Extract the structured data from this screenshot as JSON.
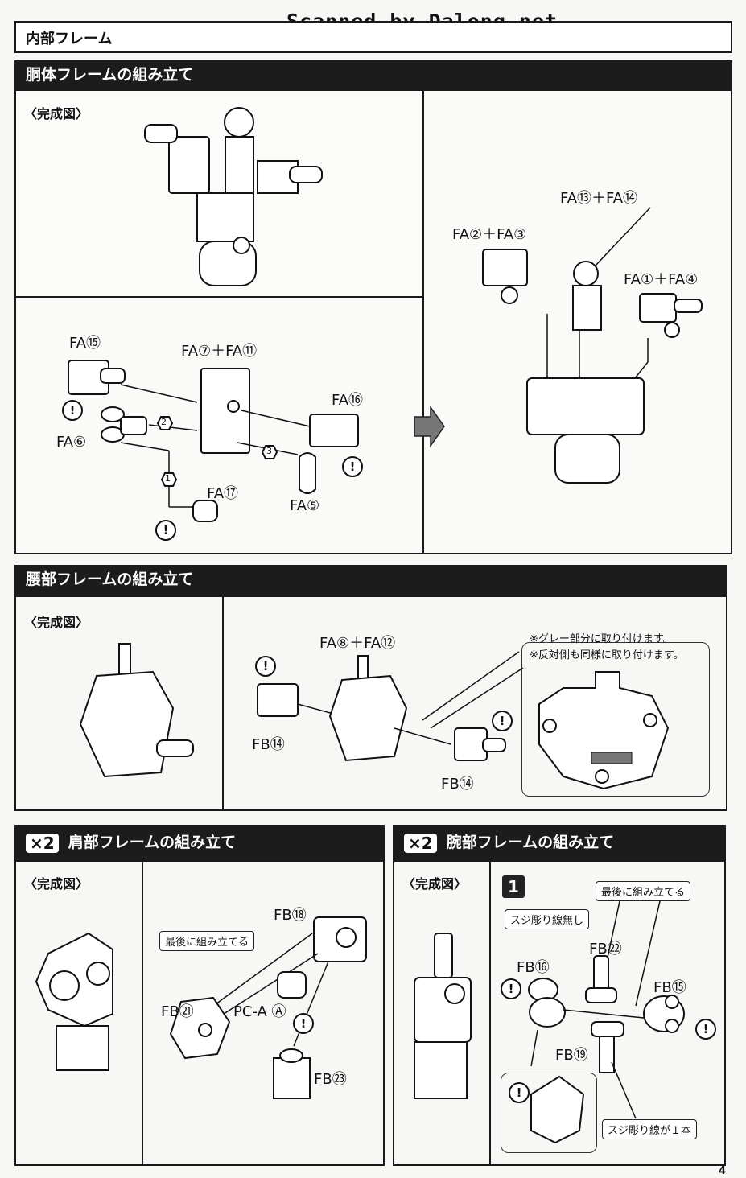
{
  "scan_credit": "Scanned by Dalong.net",
  "page_number": "4",
  "section_title": "内部フレーム",
  "torso": {
    "title": "胴体フレームの組み立て",
    "complete_label": "〈完成図〉",
    "parts": {
      "fa15": "FA⑮",
      "fa7_11": "FA⑦＋FA⑪",
      "fa16": "FA⑯",
      "fa6": "FA⑥",
      "fa17": "FA⑰",
      "fa5": "FA⑤",
      "fa2_3": "FA②＋FA③",
      "fa13_14": "FA⑬＋FA⑭",
      "fa1_4": "FA①＋FA④"
    },
    "steps": [
      "1",
      "2",
      "3"
    ]
  },
  "waist": {
    "title": "腰部フレームの組み立て",
    "complete_label": "〈完成図〉",
    "parts": {
      "fa8_12": "FA⑧＋FA⑫",
      "fb14_left": "FB⑭",
      "fb14_right": "FB⑭"
    },
    "notes": [
      "※グレー部分に取り付けます。",
      "※反対側も同様に取り付けます。"
    ]
  },
  "shoulder": {
    "multiplier": "×2",
    "title": "肩部フレームの組み立て",
    "complete_label": "〈完成図〉",
    "callout_last": "最後に組み立てる",
    "parts": {
      "fb18": "FB⑱",
      "fb21": "FB㉑",
      "pca": "PC-A Ⓐ",
      "fb23": "FB㉓"
    }
  },
  "arm": {
    "multiplier": "×2",
    "title": "腕部フレームの組み立て",
    "complete_label": "〈完成図〉",
    "step": "1",
    "callout_last": "最後に組み立てる",
    "callout_no_line": "スジ彫り線無し",
    "callout_one_line": "スジ彫り線が１本",
    "parts": {
      "fb22": "FB㉒",
      "fb16": "FB⑯",
      "fb15": "FB⑮",
      "fb19": "FB⑲"
    }
  }
}
